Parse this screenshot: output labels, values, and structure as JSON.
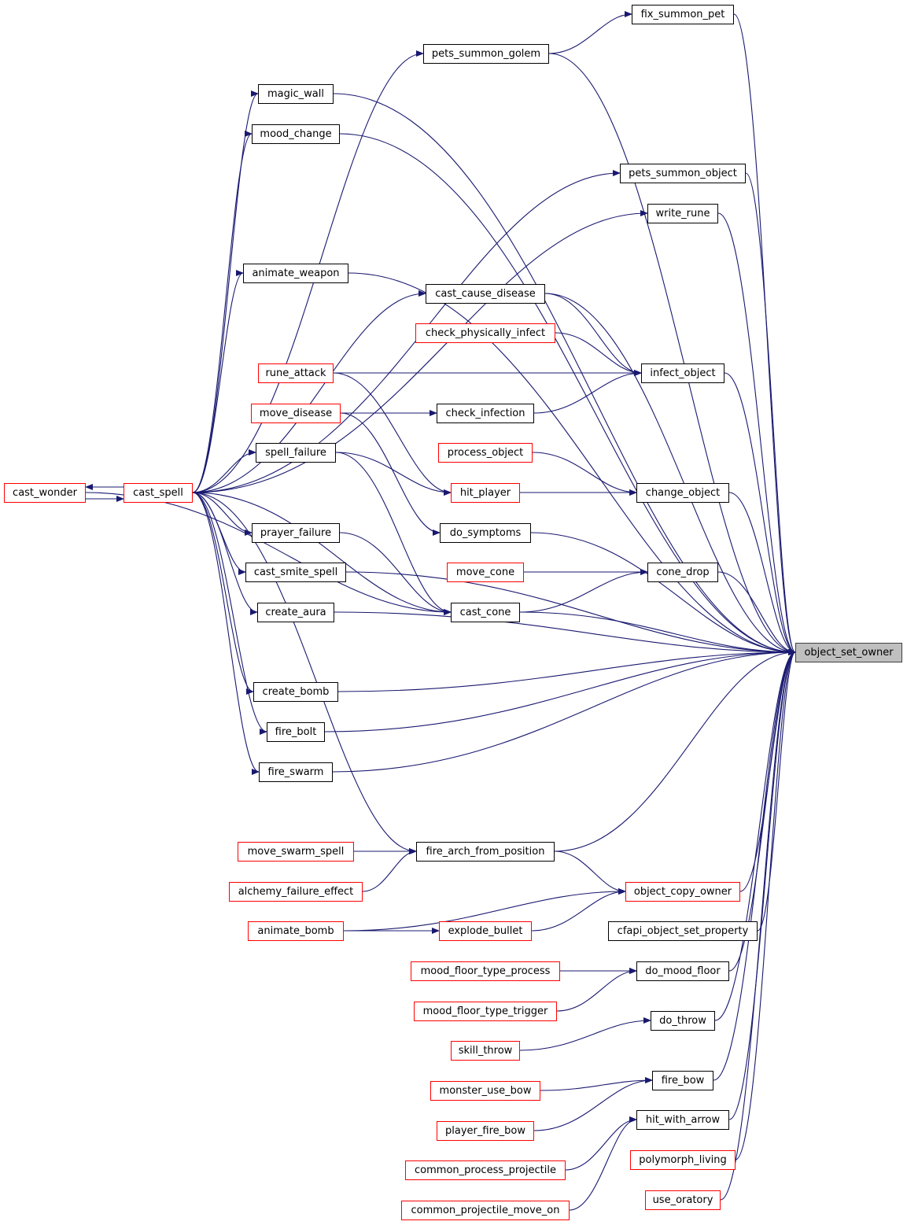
{
  "graph_title": "",
  "colors": {
    "edge": "#191970",
    "default_border": "#000000",
    "truncated_border": "#ff0000",
    "root_fill": "#bfbfbf"
  },
  "nodes": {
    "object_set_owner": {
      "label": "object_set_owner",
      "border": "root"
    },
    "fix_summon_pet": {
      "label": "fix_summon_pet",
      "border": "black"
    },
    "pets_summon_golem": {
      "label": "pets_summon_golem",
      "border": "black"
    },
    "magic_wall": {
      "label": "magic_wall",
      "border": "black"
    },
    "mood_change": {
      "label": "mood_change",
      "border": "black"
    },
    "pets_summon_object": {
      "label": "pets_summon_object",
      "border": "black"
    },
    "write_rune": {
      "label": "write_rune",
      "border": "black"
    },
    "animate_weapon": {
      "label": "animate_weapon",
      "border": "black"
    },
    "cast_cause_disease": {
      "label": "cast_cause_disease",
      "border": "black"
    },
    "check_physically_infect": {
      "label": "check_physically_infect",
      "border": "red"
    },
    "infect_object": {
      "label": "infect_object",
      "border": "black"
    },
    "rune_attack": {
      "label": "rune_attack",
      "border": "red"
    },
    "move_disease": {
      "label": "move_disease",
      "border": "red"
    },
    "check_infection": {
      "label": "check_infection",
      "border": "black"
    },
    "spell_failure": {
      "label": "spell_failure",
      "border": "black"
    },
    "process_object": {
      "label": "process_object",
      "border": "red"
    },
    "cast_wonder": {
      "label": "cast_wonder",
      "border": "red"
    },
    "cast_spell": {
      "label": "cast_spell",
      "border": "red"
    },
    "hit_player": {
      "label": "hit_player",
      "border": "red"
    },
    "change_object": {
      "label": "change_object",
      "border": "black"
    },
    "prayer_failure": {
      "label": "prayer_failure",
      "border": "black"
    },
    "do_symptoms": {
      "label": "do_symptoms",
      "border": "black"
    },
    "cast_smite_spell": {
      "label": "cast_smite_spell",
      "border": "black"
    },
    "move_cone": {
      "label": "move_cone",
      "border": "red"
    },
    "cone_drop": {
      "label": "cone_drop",
      "border": "black"
    },
    "create_aura": {
      "label": "create_aura",
      "border": "black"
    },
    "cast_cone": {
      "label": "cast_cone",
      "border": "black"
    },
    "create_bomb": {
      "label": "create_bomb",
      "border": "black"
    },
    "fire_bolt": {
      "label": "fire_bolt",
      "border": "black"
    },
    "fire_swarm": {
      "label": "fire_swarm",
      "border": "black"
    },
    "move_swarm_spell": {
      "label": "move_swarm_spell",
      "border": "red"
    },
    "fire_arch_from_position": {
      "label": "fire_arch_from_position",
      "border": "black"
    },
    "alchemy_failure_effect": {
      "label": "alchemy_failure_effect",
      "border": "red"
    },
    "object_copy_owner": {
      "label": "object_copy_owner",
      "border": "red"
    },
    "animate_bomb": {
      "label": "animate_bomb",
      "border": "red"
    },
    "explode_bullet": {
      "label": "explode_bullet",
      "border": "red"
    },
    "cfapi_object_set_property": {
      "label": "cfapi_object_set_property",
      "border": "black"
    },
    "mood_floor_type_process": {
      "label": "mood_floor_type_process",
      "border": "red"
    },
    "do_mood_floor": {
      "label": "do_mood_floor",
      "border": "black"
    },
    "mood_floor_type_trigger": {
      "label": "mood_floor_type_trigger",
      "border": "red"
    },
    "do_throw": {
      "label": "do_throw",
      "border": "black"
    },
    "skill_throw": {
      "label": "skill_throw",
      "border": "red"
    },
    "fire_bow": {
      "label": "fire_bow",
      "border": "black"
    },
    "monster_use_bow": {
      "label": "monster_use_bow",
      "border": "red"
    },
    "player_fire_bow": {
      "label": "player_fire_bow",
      "border": "red"
    },
    "hit_with_arrow": {
      "label": "hit_with_arrow",
      "border": "black"
    },
    "common_process_projectile": {
      "label": "common_process_projectile",
      "border": "red"
    },
    "polymorph_living": {
      "label": "polymorph_living",
      "border": "red"
    },
    "common_projectile_move_on": {
      "label": "common_projectile_move_on",
      "border": "red"
    },
    "use_oratory": {
      "label": "use_oratory",
      "border": "red"
    }
  },
  "edges": [
    [
      "fix_summon_pet",
      "object_set_owner"
    ],
    [
      "pets_summon_golem",
      "object_set_owner"
    ],
    [
      "magic_wall",
      "object_set_owner"
    ],
    [
      "mood_change",
      "object_set_owner"
    ],
    [
      "pets_summon_object",
      "object_set_owner"
    ],
    [
      "write_rune",
      "object_set_owner"
    ],
    [
      "animate_weapon",
      "object_set_owner"
    ],
    [
      "cast_cause_disease",
      "object_set_owner"
    ],
    [
      "infect_object",
      "object_set_owner"
    ],
    [
      "change_object",
      "object_set_owner"
    ],
    [
      "do_symptoms",
      "object_set_owner"
    ],
    [
      "cone_drop",
      "object_set_owner"
    ],
    [
      "cast_cone",
      "object_set_owner"
    ],
    [
      "cast_smite_spell",
      "object_set_owner"
    ],
    [
      "create_aura",
      "object_set_owner"
    ],
    [
      "create_bomb",
      "object_set_owner"
    ],
    [
      "fire_bolt",
      "object_set_owner"
    ],
    [
      "fire_swarm",
      "object_set_owner"
    ],
    [
      "fire_arch_from_position",
      "object_set_owner"
    ],
    [
      "object_copy_owner",
      "object_set_owner"
    ],
    [
      "cfapi_object_set_property",
      "object_set_owner"
    ],
    [
      "do_mood_floor",
      "object_set_owner"
    ],
    [
      "do_throw",
      "object_set_owner"
    ],
    [
      "fire_bow",
      "object_set_owner"
    ],
    [
      "hit_with_arrow",
      "object_set_owner"
    ],
    [
      "polymorph_living",
      "object_set_owner"
    ],
    [
      "use_oratory",
      "object_set_owner"
    ],
    [
      "pets_summon_golem",
      "fix_summon_pet"
    ],
    [
      "cast_spell",
      "pets_summon_golem"
    ],
    [
      "cast_spell",
      "magic_wall"
    ],
    [
      "cast_spell",
      "mood_change"
    ],
    [
      "cast_spell",
      "pets_summon_object"
    ],
    [
      "cast_spell",
      "write_rune"
    ],
    [
      "cast_spell",
      "animate_weapon"
    ],
    [
      "cast_spell",
      "cast_cause_disease"
    ],
    [
      "cast_spell",
      "spell_failure"
    ],
    [
      "cast_spell",
      "prayer_failure"
    ],
    [
      "cast_spell",
      "cast_smite_spell"
    ],
    [
      "cast_spell",
      "create_aura"
    ],
    [
      "cast_spell",
      "cast_cone"
    ],
    [
      "cast_spell",
      "create_bomb"
    ],
    [
      "cast_spell",
      "fire_bolt"
    ],
    [
      "cast_spell",
      "fire_swarm"
    ],
    [
      "cast_spell",
      "fire_arch_from_position"
    ],
    [
      "cast_spell",
      "cast_wonder"
    ],
    [
      "cast_wonder",
      "cast_spell"
    ],
    [
      "cast_wonder",
      "cast_cone"
    ],
    [
      "cast_cause_disease",
      "infect_object"
    ],
    [
      "check_physically_infect",
      "infect_object"
    ],
    [
      "rune_attack",
      "infect_object"
    ],
    [
      "check_infection",
      "infect_object"
    ],
    [
      "move_disease",
      "check_infection"
    ],
    [
      "move_disease",
      "do_symptoms"
    ],
    [
      "rune_attack",
      "hit_player"
    ],
    [
      "spell_failure",
      "hit_player"
    ],
    [
      "spell_failure",
      "cast_cone"
    ],
    [
      "prayer_failure",
      "cast_cone"
    ],
    [
      "process_object",
      "change_object"
    ],
    [
      "hit_player",
      "change_object"
    ],
    [
      "move_cone",
      "cone_drop"
    ],
    [
      "cast_cone",
      "cone_drop"
    ],
    [
      "move_swarm_spell",
      "fire_arch_from_position"
    ],
    [
      "alchemy_failure_effect",
      "fire_arch_from_position"
    ],
    [
      "fire_arch_from_position",
      "object_copy_owner"
    ],
    [
      "animate_bomb",
      "object_copy_owner"
    ],
    [
      "explode_bullet",
      "object_copy_owner"
    ],
    [
      "animate_bomb",
      "explode_bullet"
    ],
    [
      "mood_floor_type_process",
      "do_mood_floor"
    ],
    [
      "mood_floor_type_trigger",
      "do_mood_floor"
    ],
    [
      "skill_throw",
      "do_throw"
    ],
    [
      "monster_use_bow",
      "fire_bow"
    ],
    [
      "player_fire_bow",
      "fire_bow"
    ],
    [
      "common_process_projectile",
      "hit_with_arrow"
    ],
    [
      "common_projectile_move_on",
      "hit_with_arrow"
    ]
  ]
}
